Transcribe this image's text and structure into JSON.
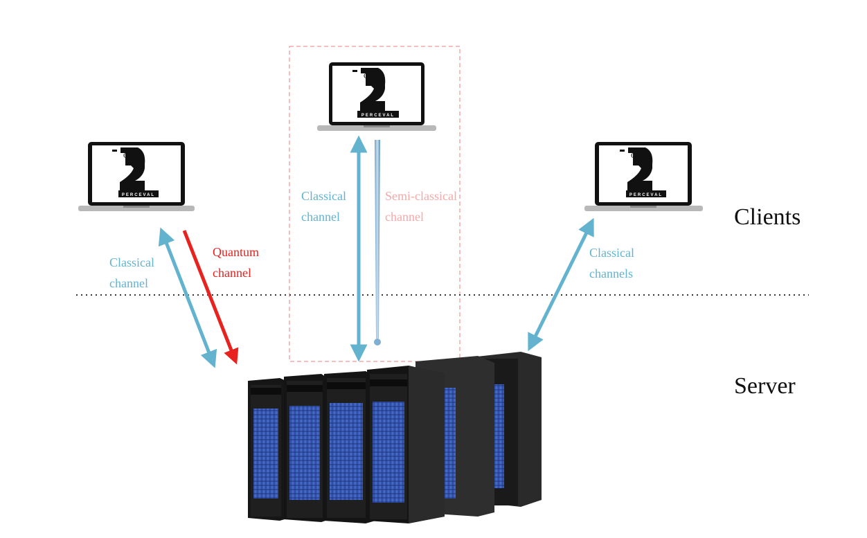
{
  "labels": {
    "left_classical": [
      "Classical",
      "channel"
    ],
    "left_quantum": [
      "Quantum",
      "channel"
    ],
    "center_classical": [
      "Classical",
      "channel"
    ],
    "center_semiclassical": [
      "Semi-classical",
      "channel"
    ],
    "right_classical": [
      "Classical",
      "channels"
    ],
    "clients": "Clients",
    "server": "Server"
  },
  "logo": {
    "letter": "Q",
    "brand": "PERCEVAL"
  },
  "colors": {
    "classical": "#63b3cf",
    "quantum": "#e8221f",
    "semiclassical": "#f4a9a9",
    "server_blue": "#3a5bb8"
  },
  "icons": [
    "laptop-icon",
    "server-rack-icon"
  ]
}
